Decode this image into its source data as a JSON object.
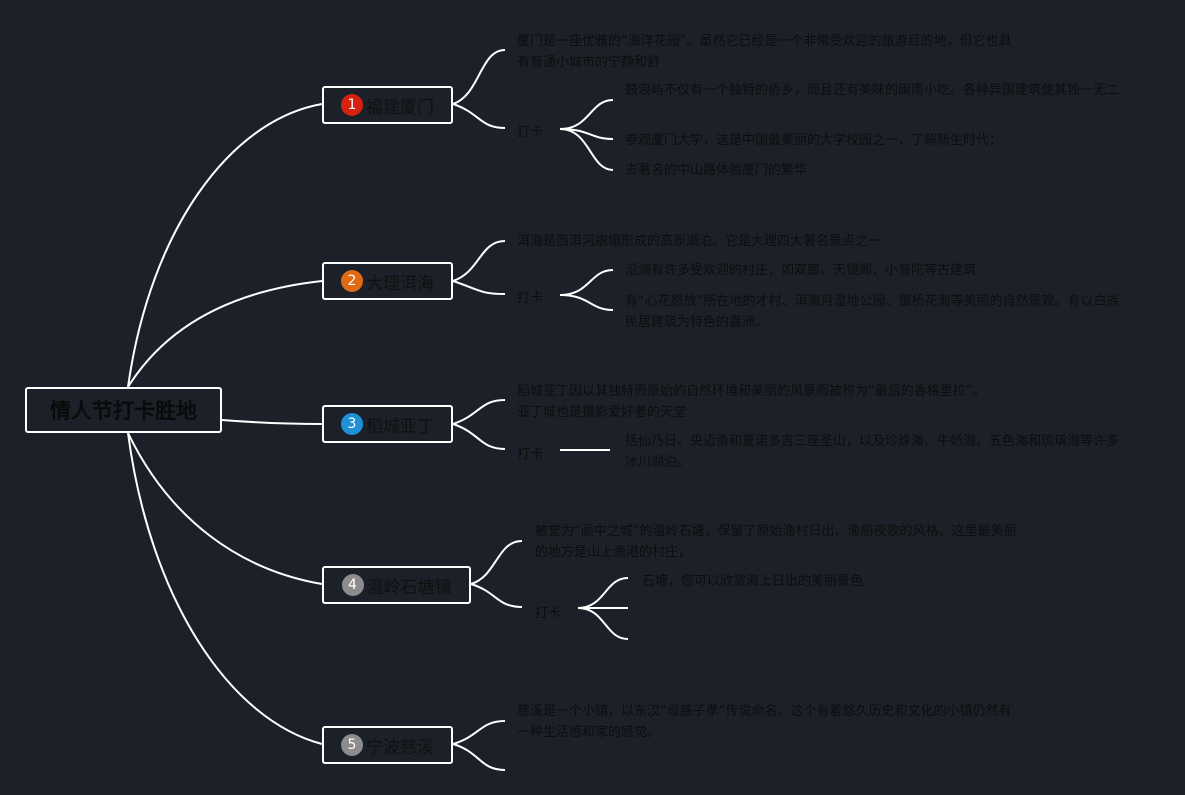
{
  "root": "情人节打卡胜地",
  "checkin_label": "打卡",
  "colors": {
    "background": "#1c2129",
    "lines": "#ffffff",
    "badge1": "#d4220f",
    "badge2": "#e06a14",
    "badge3": "#1f8fd6",
    "badge4": "#8c8c8c",
    "badge5": "#8c8c8c"
  },
  "topics": [
    {
      "num": "1",
      "title": "福建厦门",
      "desc": "厦门是一座优雅的“海洋花园”。虽然它已经是一个非常受欢迎的旅游目的地，但它也具有普通小城市的宁静和舒",
      "checkins": [
        "鼓浪屿不仅有一个独特的侨乡，而且还有美味的闽南小吃。各种异国建筑使其独一无二",
        "参观厦门大学，这是中国最美丽的大学校园之一，了解新生时代；",
        "去著名的中山路体验厦门的繁华"
      ]
    },
    {
      "num": "2",
      "title": "大理洱海",
      "desc": "洱海是西洱河崩塌形成的高原湖泊。它是大理四大著名景点之一",
      "checkins": [
        "沿湖有许多受欢迎的村庄，如双廊、天镜阁、小普陀等古建筑",
        "有“心花怒放”所在地的才村、洱海月湿地公园、银桥花海等美丽的自然景观。有以白族民居建筑为特色的喜洲。"
      ]
    },
    {
      "num": "3",
      "title": "稻城亚丁",
      "desc": "稻城亚丁因以其独特而原始的自然环境和美丽的风景而被称为“最后的香格里拉”。亚丁城也是摄影爱好者的天堂",
      "checkins": [
        "括仙乃日、央迈勇和夏诺多吉三座圣山，以及珍珠海、牛奶海、五色海和琉璃海等许多冰川湖泊。"
      ]
    },
    {
      "num": "4",
      "title": "温岭石塘镇",
      "desc": "被誉为“画中之城”的温岭石塘，保留了原始渔村日出、渔船夜歌的风格。这里最美丽的地方是山上渔港的村庄，",
      "checkins": [
        "石塘，您可以欣赏海上日出的美丽景色",
        "",
        ""
      ]
    },
    {
      "num": "5",
      "title": "宁波慈溪",
      "desc": "慈溪是一个小镇，以东汉“母慈子孝”传说命名。这个有着悠久历史和文化的小镇仍然有一种生活感和家的感觉。",
      "checkins": []
    }
  ]
}
